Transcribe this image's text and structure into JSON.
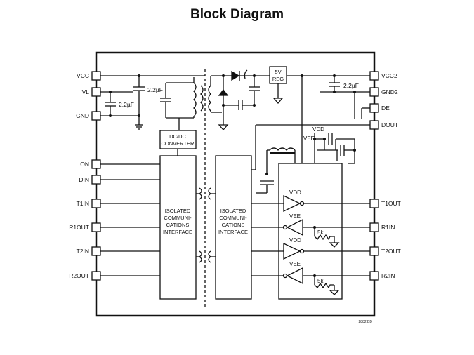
{
  "title": "Block Diagram",
  "pins_left": [
    "VCC",
    "VL",
    "GND",
    "ON",
    "DIN",
    "T1IN",
    "R1OUT",
    "T2IN",
    "R2OUT"
  ],
  "pins_right": [
    "VCC2",
    "GND2",
    "DE",
    "DOUT",
    "T1OUT",
    "R1IN",
    "T2OUT",
    "R2IN"
  ],
  "labels": {
    "cap_a": "2.2µF",
    "cap_b": "2.2µF",
    "cap_c": "2.2µF",
    "reg_1": "5V",
    "reg_2": "REG",
    "dcdc_1": "DC/DC",
    "dcdc_2": "CONVERTER",
    "iso_lines": [
      "ISOLATED",
      "COMMUNI-",
      "CATIONS",
      "INTERFACE"
    ],
    "vdd": "VDD",
    "vee": "VEE",
    "res_1": "5k",
    "res_2": "5k",
    "code": "2882 BD"
  }
}
